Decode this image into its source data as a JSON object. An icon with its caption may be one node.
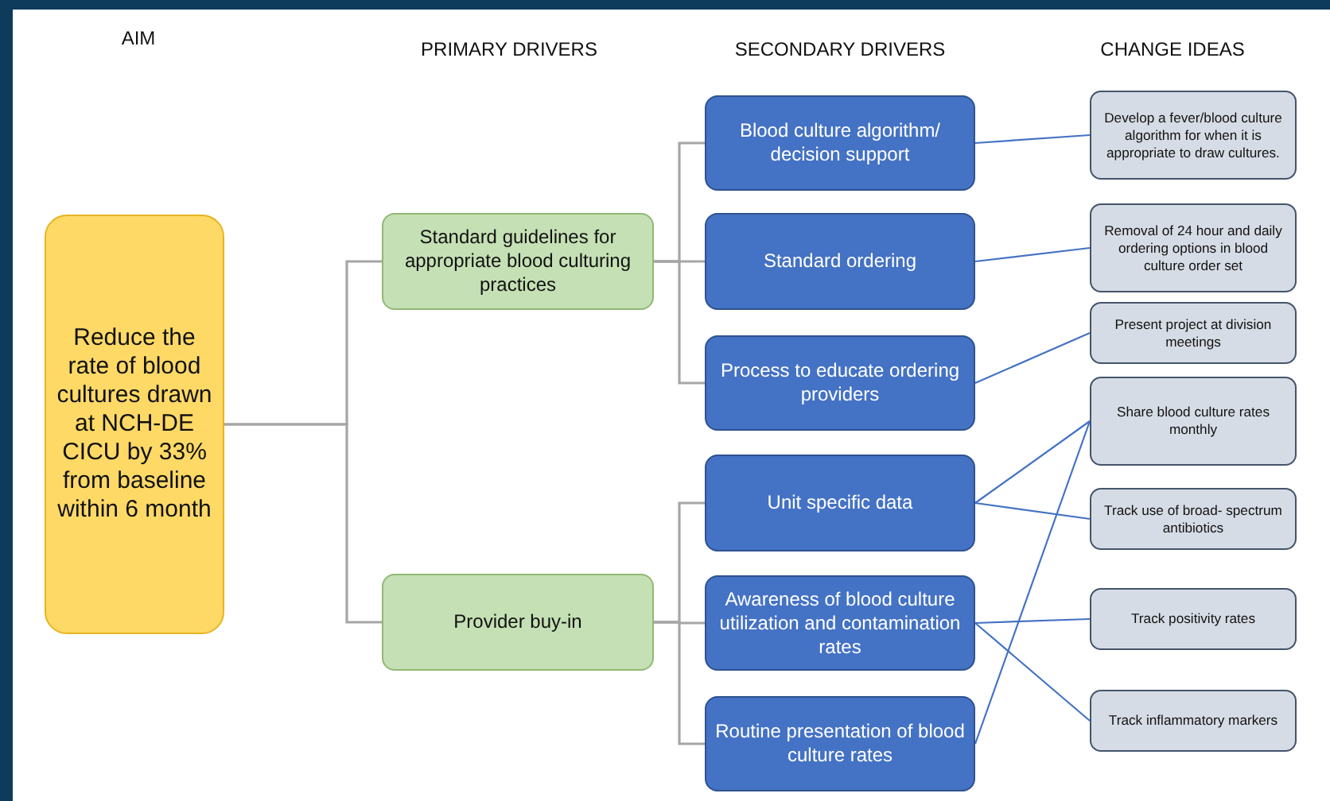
{
  "diagram": {
    "nodes": [
      {
        "text": [
          "Reduce the rate of blood cultures drawn at NCH-DE CICU by 33% from baseline within 6 month"
        ]
      },
      {
        "text": [
          "Standard guidelines for appropriate blood culturing practices"
        ]
      },
      {
        "text": [
          "Provider buy-in"
        ]
      },
      {
        "text": [
          "Blood culture algorithm/ decision support"
        ]
      },
      {
        "text": [
          "Standard ordering"
        ]
      },
      {
        "text": [
          "Process to educate ordering providers"
        ]
      },
      {
        "text": [
          "Unit specific data"
        ]
      },
      {
        "text": [
          "Awareness of blood culture utilization and contamination rates"
        ]
      },
      {
        "text": [
          "Routine presentation of blood culture rates"
        ]
      },
      {
        "text": [
          "Develop a fever/blood culture algorithm for when it is appropriate to draw cultures."
        ]
      },
      {
        "text": [
          "Removal of 24 hour and daily ordering options in blood culture order set"
        ]
      },
      {
        "text": [
          "Present project at division meetings"
        ]
      },
      {
        "text": [
          "Share blood culture rates monthly"
        ]
      },
      {
        "text": [
          "Track use of broad- spectrum antibiotics"
        ]
      },
      {
        "text": [
          "Track positivity rates"
        ]
      },
      {
        "text": [
          "Track inflammatory markers"
        ]
      }
    ],
    "edges": [
      {
        "from": 0,
        "to": 1,
        "arrow": "none",
        "color": "#a6a6a6"
      },
      {
        "from": 0,
        "to": 2,
        "arrow": "none",
        "color": "#a6a6a6"
      },
      {
        "from": 1,
        "to": 3,
        "arrow": "none",
        "color": "#a6a6a6"
      },
      {
        "from": 1,
        "to": 4,
        "arrow": "none",
        "color": "#a6a6a6"
      },
      {
        "from": 1,
        "to": 5,
        "arrow": "none",
        "color": "#a6a6a6"
      },
      {
        "from": 2,
        "to": 6,
        "arrow": "none",
        "color": "#a6a6a6"
      },
      {
        "from": 2,
        "to": 7,
        "arrow": "none",
        "color": "#a6a6a6"
      },
      {
        "from": 2,
        "to": 8,
        "arrow": "none",
        "color": "#a6a6a6"
      },
      {
        "from": 3,
        "to": 9,
        "arrow": "none",
        "color": "#4472c4"
      },
      {
        "from": 4,
        "to": 10,
        "arrow": "none",
        "color": "#4472c4"
      },
      {
        "from": 5,
        "to": 11,
        "arrow": "none",
        "color": "#4472c4"
      },
      {
        "from": 6,
        "to": 12,
        "arrow": "none",
        "color": "#4472c4"
      },
      {
        "from": 6,
        "to": 13,
        "arrow": "none",
        "color": "#4472c4"
      },
      {
        "from": 7,
        "to": 14,
        "arrow": "none",
        "color": "#4472c4"
      },
      {
        "from": 7,
        "to": 15,
        "arrow": "none",
        "color": "#4472c4"
      },
      {
        "from": 8,
        "to": 12,
        "arrow": "none",
        "color": "#4472c4"
      }
    ],
    "labels": [
      "AIM",
      "PRIMARY DRIVERS",
      "SECONDARY DRIVERS",
      "CHANGE IDEAS"
    ]
  }
}
